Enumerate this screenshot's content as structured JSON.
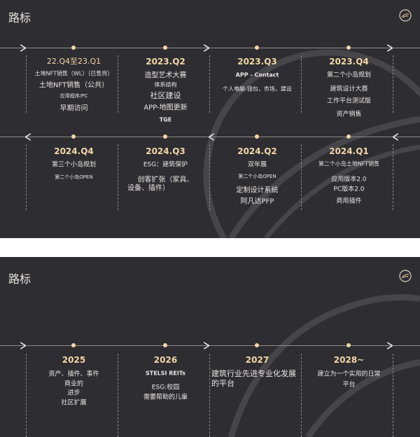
{
  "panels": [
    {
      "title": "路标",
      "row1": [
        {
          "period": "22.Q4至23.Q1",
          "items": [
            "土地NFT销售（WL）（已售完）",
            "土地NFT销售（公共）",
            "应用程序/PC",
            "早期访问"
          ]
        },
        {
          "period": "2023.Q2",
          "items": [
            "造型艺术大赛",
            "体系结构",
            "社区建设",
            "APP-地图更新",
            "TGE"
          ]
        },
        {
          "period": "2023.Q3",
          "items": [
            "APP - Contact",
            "个人电脑-钱包，市场，建设"
          ]
        },
        {
          "period": "2023.Q4",
          "items": [
            "第二个小岛规划",
            "建筑设计大赛",
            "工作平台测试版",
            "资产销售"
          ]
        }
      ],
      "row2": [
        {
          "period": "2024.Q4",
          "items": [
            "第三个小岛规划",
            "第二个小岛OPEN"
          ]
        },
        {
          "period": "2024.Q3",
          "items": [
            "ESG：建筑保护",
            "创客扩张（家具、",
            "设备、插件）"
          ]
        },
        {
          "period": "2024.Q2",
          "items": [
            "双年展",
            "第二个小岛OPEN",
            "定制设计系统",
            "阿凡达PFP"
          ]
        },
        {
          "period": "2024.Q1",
          "items": [
            "第二个小岛土地NFT销售",
            "应用版本2.0",
            "PC版本2.0",
            "商用插件"
          ]
        }
      ]
    },
    {
      "title": "路标",
      "row1": [
        {
          "period": "2025",
          "items": [
            "资产、插件、事件",
            "商业的",
            "进步",
            "社区扩展"
          ]
        },
        {
          "period": "2026",
          "items": [
            "STELSI REITs",
            "ESG:校园",
            "需要帮助的儿童"
          ]
        },
        {
          "period": "2027",
          "items": [
            "建筑行业先进专业化发展",
            "的平台"
          ]
        },
        {
          "period": "2028~",
          "items": [
            "建立为一个实用的日常",
            "平台"
          ]
        }
      ]
    }
  ],
  "colors": {
    "background": "#2e2d31",
    "accent": "#f2d7a8"
  },
  "icons": [
    "logo-icon",
    "chevron-right-icon",
    "chevron-left-icon"
  ]
}
